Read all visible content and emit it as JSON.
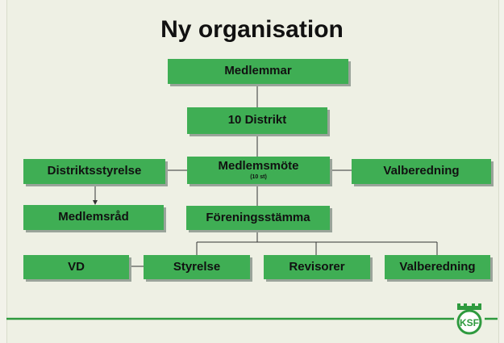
{
  "title": "Ny organisation",
  "nodes": {
    "medlemmar": "Medlemmar",
    "distrikt": "10 Distrikt",
    "medlemsmote": "Medlemsmöte",
    "medlemsmote_sub": "(10 st)",
    "distriktsstyrelse": "Distriktsstyrelse",
    "valberedning_top": "Valberedning",
    "medlemsrad": "Medlemsråd",
    "foreningsstamma": "Föreningsstämma",
    "vd": "VD",
    "styrelse": "Styrelse",
    "revisorer": "Revisorer",
    "valberedning_bottom": "Valberedning"
  },
  "logo": {
    "text": "KSF"
  },
  "colors": {
    "box": "#3fae54",
    "footer_line": "#2e9a3e",
    "connector": "#333333"
  }
}
